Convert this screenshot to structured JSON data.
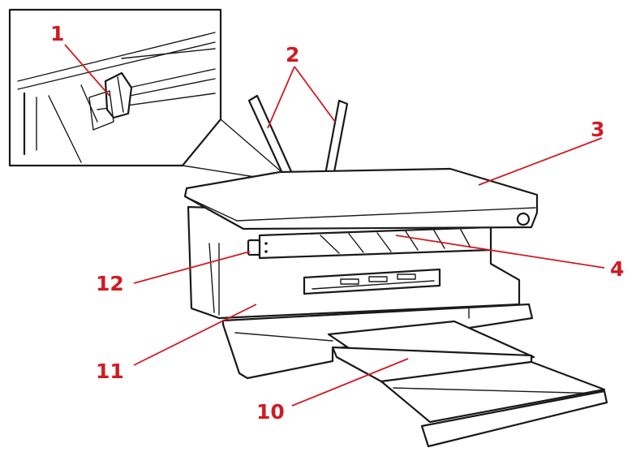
{
  "diagram": {
    "accent_color": "#d01b23",
    "line_color": "#1a1a1a",
    "callouts": [
      "1",
      "2",
      "3",
      "4",
      "10",
      "11",
      "12"
    ]
  }
}
